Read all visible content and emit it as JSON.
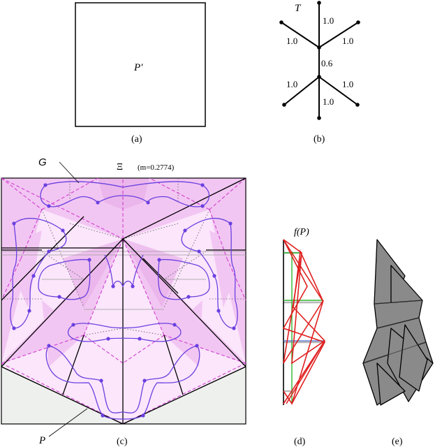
{
  "panel_a": {
    "square_label": "P′",
    "caption": "(a)"
  },
  "panel_b": {
    "tree_label": "T",
    "edge_labels": [
      "1.0",
      "1.0",
      "1.0",
      "0.6",
      "1.0",
      "1.0",
      "1.0"
    ],
    "caption": "(b)"
  },
  "panel_c": {
    "label_g": "G",
    "title_symbol": "Ξ",
    "title_param": "(m=0.2774)",
    "label_p": "P",
    "caption": "(c)"
  },
  "panel_d": {
    "label": "f(P)",
    "caption": "(d)"
  },
  "panel_e": {
    "caption": "(e)"
  },
  "colors": {
    "pink_light": "#fbe6fb",
    "pink_mid": "#f3c4f3",
    "pink_dark": "#e7a3e7",
    "grey_fill": "#eef0ee",
    "graph_blue": "#6a40e0",
    "crease_magenta": "#d040d0",
    "fold_red": "#e02020",
    "fold_green": "#2fb52f",
    "shape_grey": "#8a8a8a"
  }
}
